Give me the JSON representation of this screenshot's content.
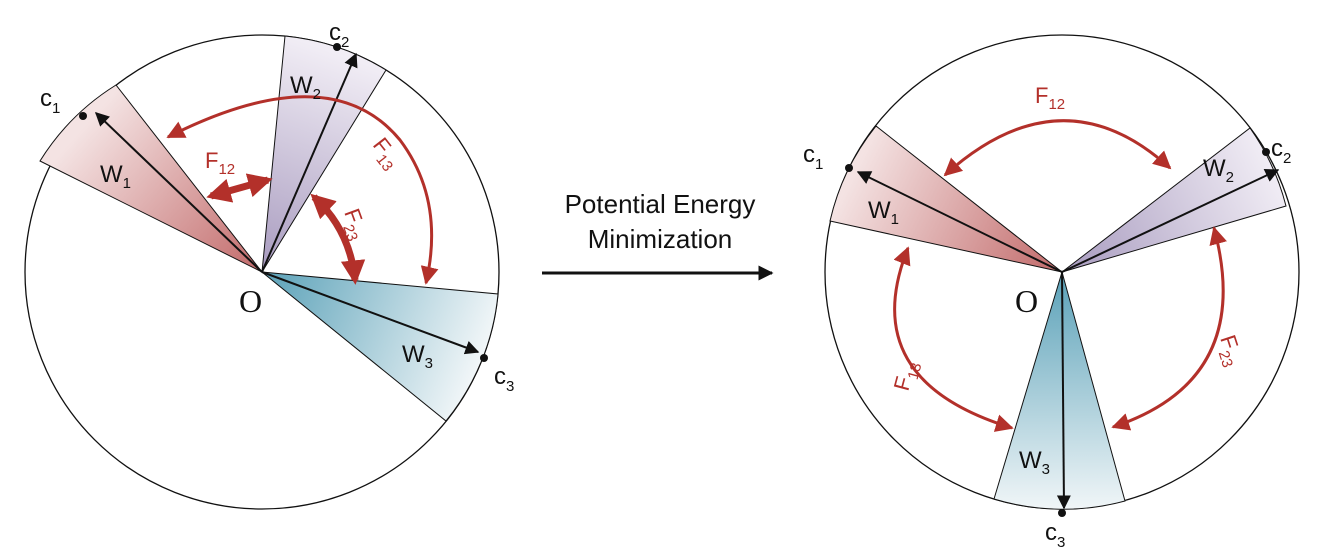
{
  "caption": {
    "line1": "Potential Energy",
    "line2": "Minimization"
  },
  "left_panel": {
    "origin": "O",
    "vectors": [
      {
        "base": "c",
        "sub": "1",
        "weight": "W",
        "weight_sub": "1"
      },
      {
        "base": "c",
        "sub": "2",
        "weight": "W",
        "weight_sub": "2"
      },
      {
        "base": "c",
        "sub": "3",
        "weight": "W",
        "weight_sub": "3"
      }
    ],
    "forces": [
      {
        "base": "F",
        "sub": "12"
      },
      {
        "base": "F",
        "sub": "13"
      },
      {
        "base": "F",
        "sub": "23"
      }
    ]
  },
  "right_panel": {
    "origin": "O",
    "vectors": [
      {
        "base": "c",
        "sub": "1",
        "weight": "W",
        "weight_sub": "1"
      },
      {
        "base": "c",
        "sub": "2",
        "weight": "W",
        "weight_sub": "2"
      },
      {
        "base": "c",
        "sub": "3",
        "weight": "W",
        "weight_sub": "3"
      }
    ],
    "forces": [
      {
        "base": "F",
        "sub": "12"
      },
      {
        "base": "F",
        "sub": "13"
      },
      {
        "base": "F",
        "sub": "23"
      }
    ]
  },
  "colors": {
    "force": "#b3302a",
    "w1": "#c26a6a",
    "w2": "#a89bbf",
    "w3": "#5aa1b8",
    "line": "#111111"
  }
}
